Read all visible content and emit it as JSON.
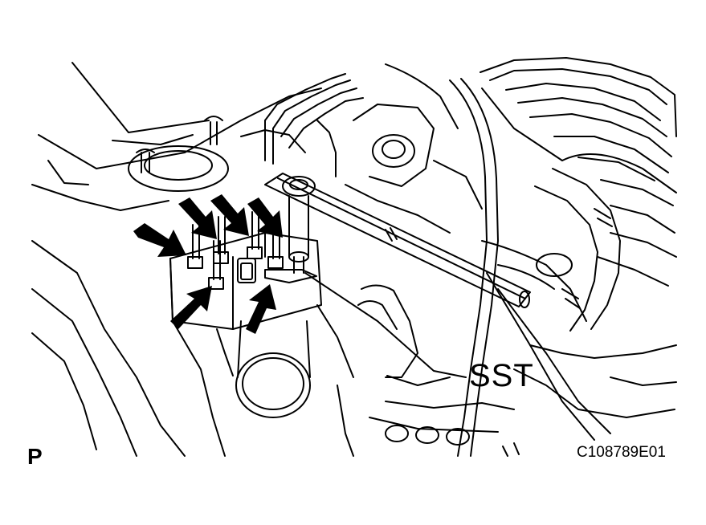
{
  "figure": {
    "callout_label": "SST",
    "view_letter": "P",
    "figure_code": "C108789E01"
  },
  "style": {
    "line_color": "#000000",
    "background": "#ffffff"
  },
  "icons": {
    "pointer_arrows": "arrow-icon",
    "tool": "wrench-icon"
  }
}
